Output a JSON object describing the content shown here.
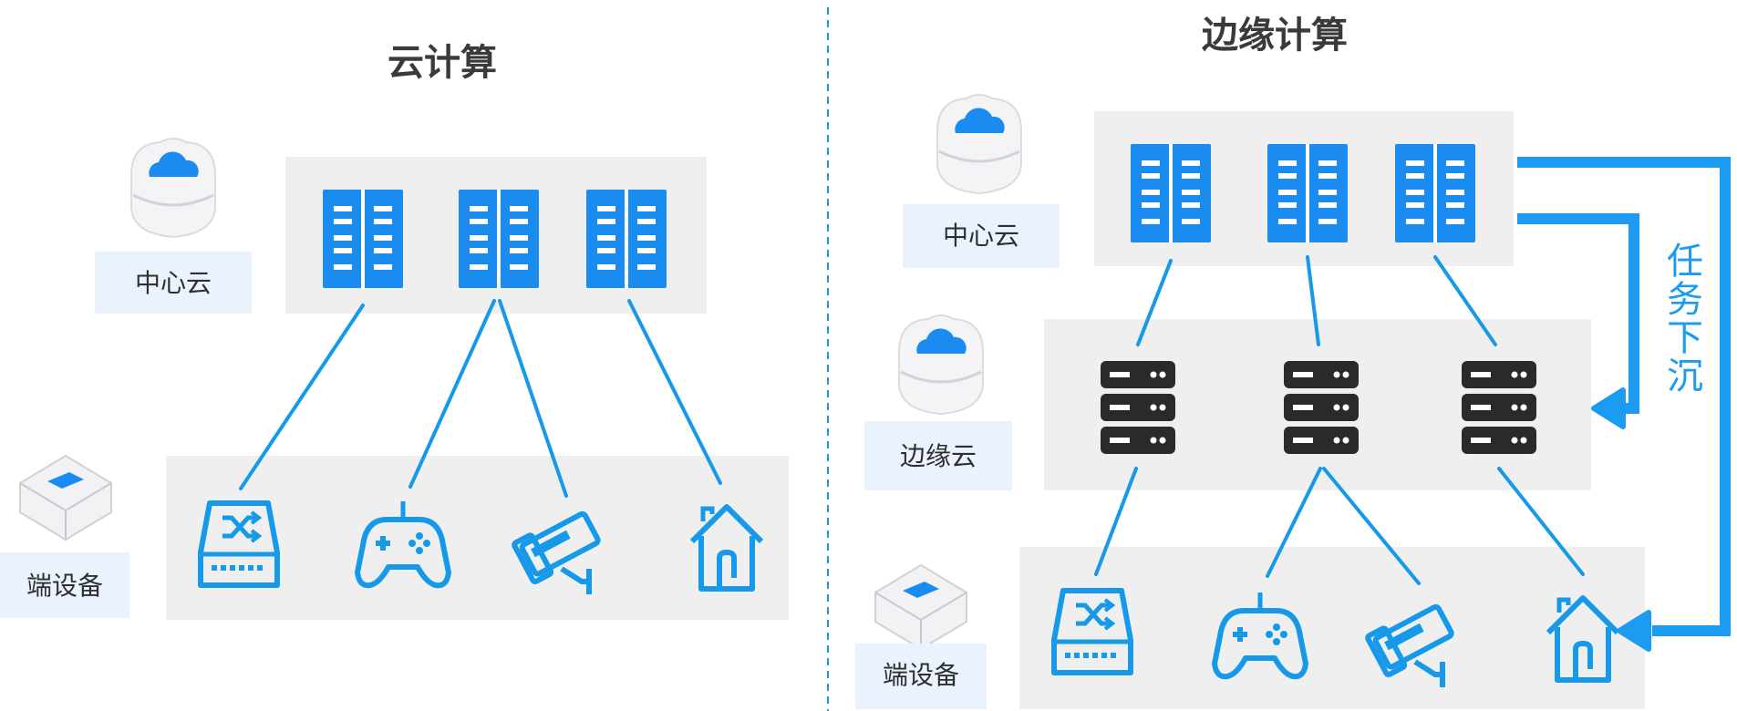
{
  "left": {
    "title": "云计算",
    "center_cloud_label": "中心云",
    "end_device_label": "端设备"
  },
  "right": {
    "title": "边缘计算",
    "center_cloud_label": "中心云",
    "edge_cloud_label": "边缘云",
    "end_device_label": "端设备",
    "arrow_label": "任务下沉"
  },
  "colors": {
    "accent": "#1599e8",
    "server_blue": "#1a8cf0",
    "edge_server_dark": "#2a2a2a",
    "panel_gray": "#efefef",
    "label_bg": "#eaf3fd"
  },
  "icons": {
    "center_server": "server-rack-icon",
    "edge_server": "edge-server-icon",
    "cloud": "cloud-icon",
    "end_device": "device-box-icon",
    "router": "network-switch-icon",
    "gamepad": "gamepad-icon",
    "camera": "security-camera-icon",
    "home": "smart-home-icon"
  }
}
